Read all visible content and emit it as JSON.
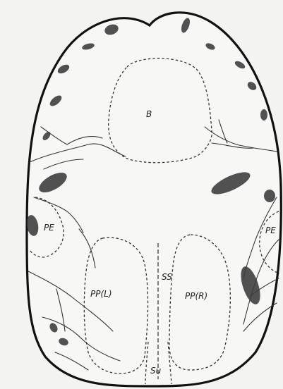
{
  "figure": {
    "labels": {
      "b": "B",
      "pe_left": "PE",
      "pe_right": "PE",
      "pp_left": "PP(L)",
      "pp_right": "PP(R)",
      "ss": "SS",
      "su": "Su"
    },
    "colors": {
      "outline": "#111111",
      "blot": "#3a3a3a",
      "paper": "#f7f7f5"
    }
  }
}
